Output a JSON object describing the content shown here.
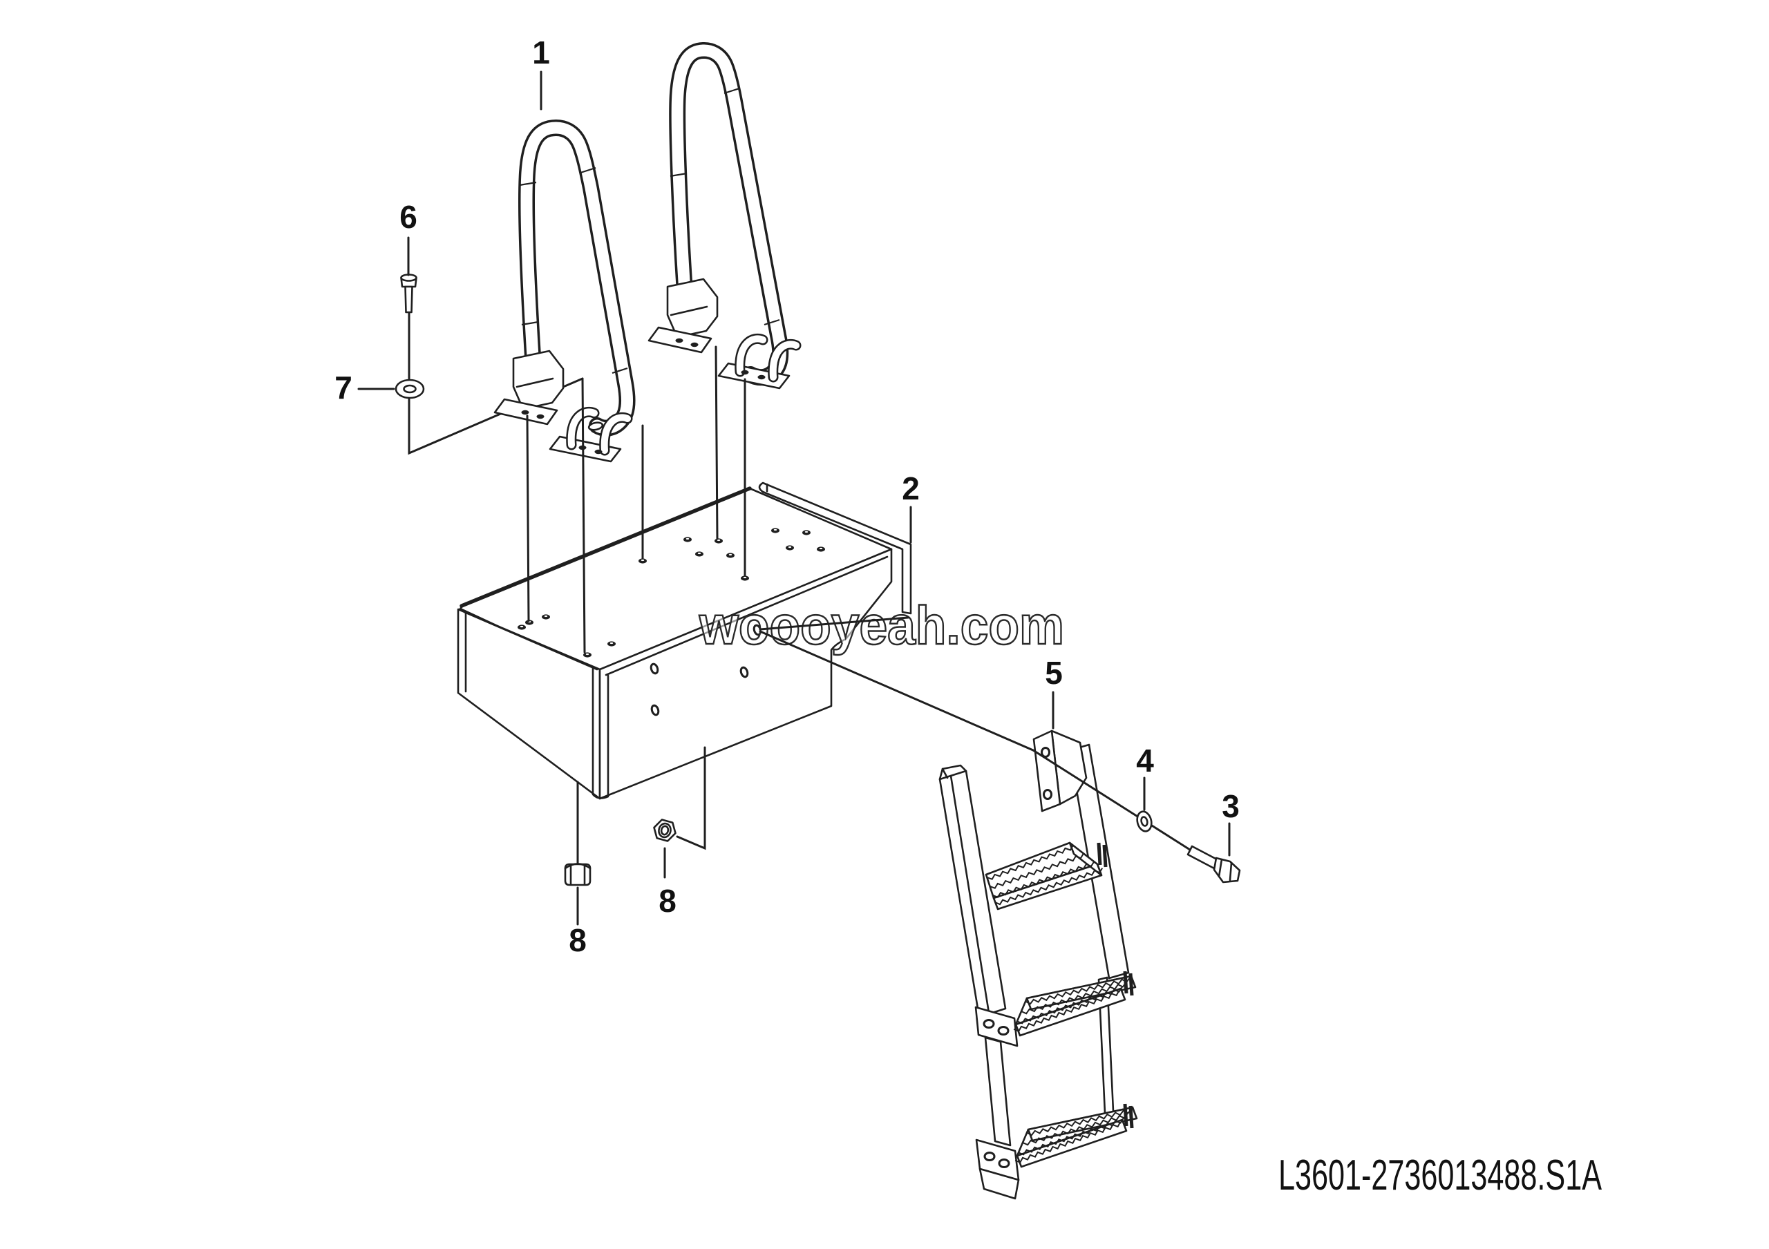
{
  "page": {
    "background": "#ffffff",
    "ink_color": "#1f1f1f"
  },
  "diagram": {
    "kind": "exploded-parts-diagram",
    "document_code": "L3601-2736013488.S1A",
    "watermark": "woooyeah.com",
    "callouts": [
      {
        "num": "1"
      },
      {
        "num": "2"
      },
      {
        "num": "3"
      },
      {
        "num": "4"
      },
      {
        "num": "5"
      },
      {
        "num": "6"
      },
      {
        "num": "7"
      },
      {
        "num": "8"
      },
      {
        "num": "8"
      }
    ]
  }
}
